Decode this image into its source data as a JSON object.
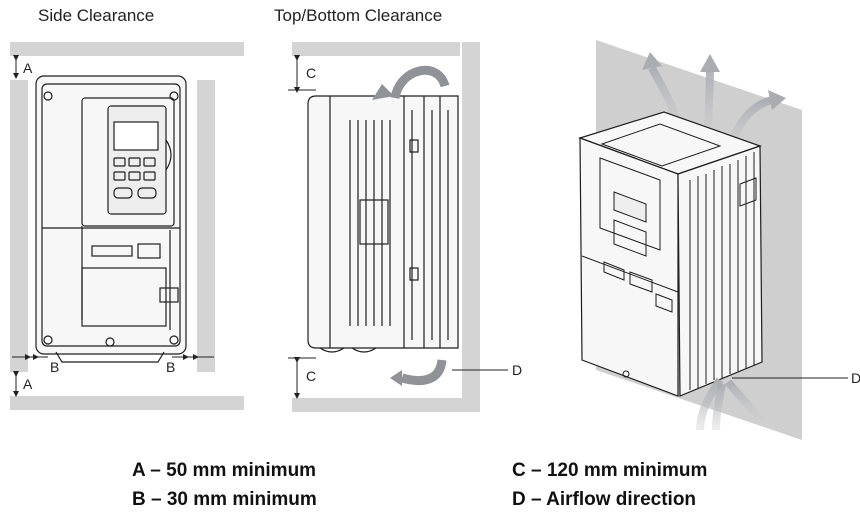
{
  "titles": {
    "side": "Side Clearance",
    "top_bottom": "Top/Bottom Clearance"
  },
  "labels": {
    "a_top": "A",
    "a_bottom": "A",
    "b_left": "B",
    "b_right": "B",
    "c_top": "C",
    "c_bottom": "C",
    "d_front": "D",
    "d_iso": "D"
  },
  "legend": {
    "a": "A – 50 mm minimum",
    "b": "B – 30 mm minimum",
    "c": "C – 120 mm minimum",
    "d": "D – Airflow direction"
  },
  "colors": {
    "wall": "#d4d4d4",
    "wall_edge": "#9a9a9a",
    "drive_fill": "#f7f7f7",
    "drive_line": "#1e1e1e",
    "airflow": "#b9bcc0"
  }
}
